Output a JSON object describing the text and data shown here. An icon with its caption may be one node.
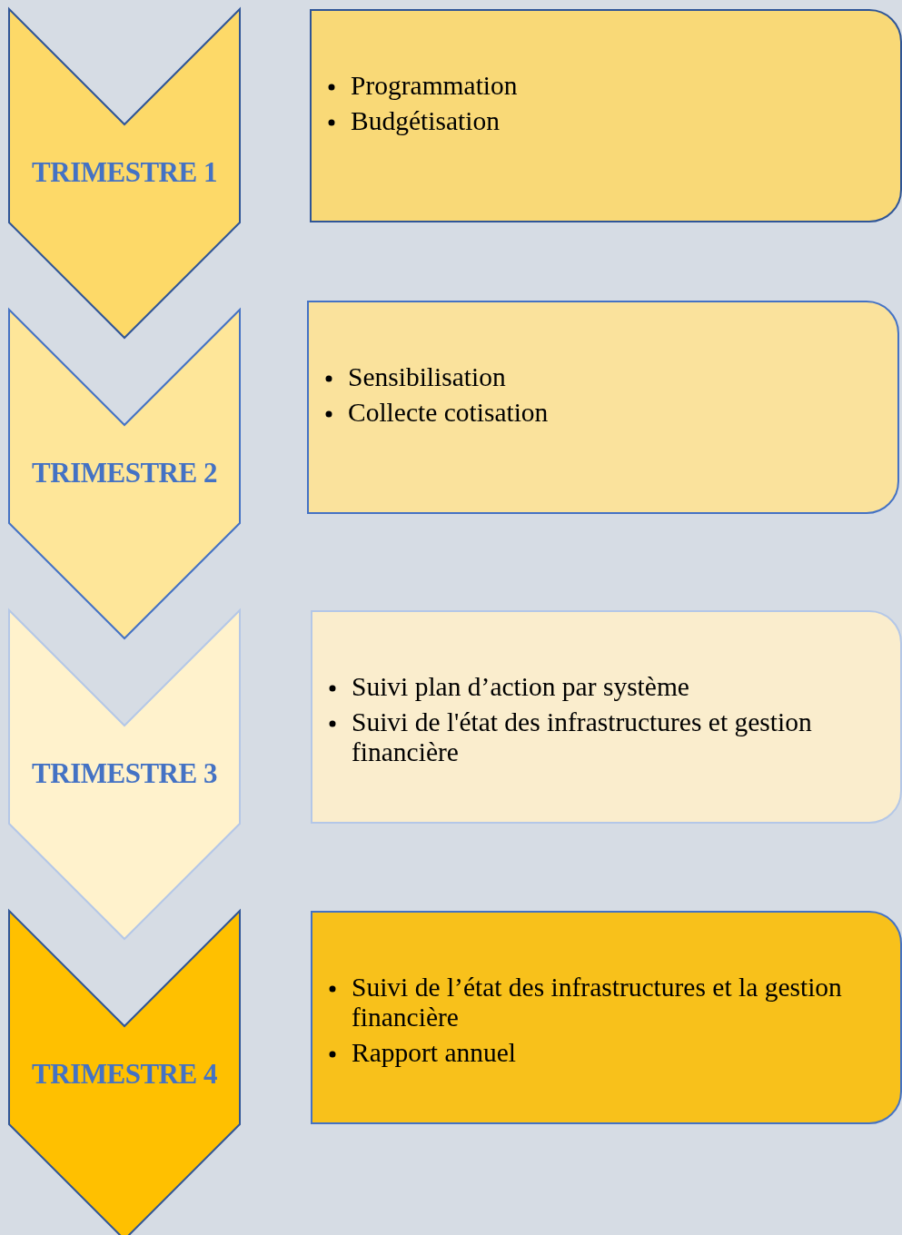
{
  "diagram": {
    "nodes": [
      {
        "text": [
          "TRIMESTRE 1"
        ]
      },
      {
        "text": [
          "Programmation",
          "Budgétisation"
        ]
      },
      {
        "text": [
          "TRIMESTRE 2"
        ]
      },
      {
        "text": [
          "Sensibilisation",
          "Collecte cotisation"
        ]
      },
      {
        "text": [
          "TRIMESTRE 3"
        ]
      },
      {
        "text": [
          "Suivi plan d’action par système",
          "Suivi de l'état des infrastructures et gestion financière"
        ]
      },
      {
        "text": [
          "TRIMESTRE 4"
        ]
      },
      {
        "text": [
          "Suivi de l’état des infrastructures et la gestion financière",
          "Rapport annuel"
        ]
      }
    ]
  }
}
